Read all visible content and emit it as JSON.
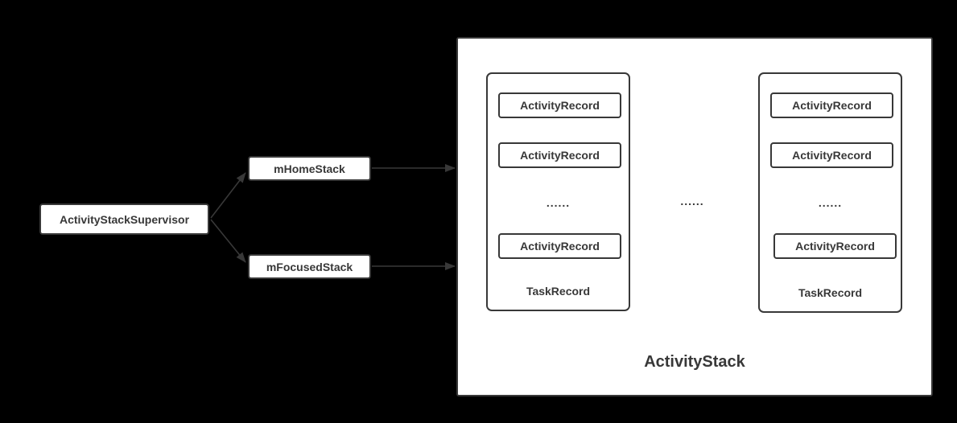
{
  "colors": {
    "background": "#000000",
    "stroke": "#383838",
    "node_fill": "#ffffff",
    "text": "#383838"
  },
  "diagram": {
    "supervisor": {
      "label": "ActivityStackSupervisor"
    },
    "home_stack": {
      "label": "mHomeStack"
    },
    "focused_stack": {
      "label": "mFocusedStack"
    },
    "activity_stack": {
      "label": "ActivityStack",
      "separator": "......",
      "task_records": [
        {
          "label": "TaskRecord",
          "ellipsis": "......",
          "activity_records": [
            "ActivityRecord",
            "ActivityRecord",
            "ActivityRecord"
          ]
        },
        {
          "label": "TaskRecord",
          "ellipsis": "......",
          "activity_records": [
            "ActivityRecord",
            "ActivityRecord",
            "ActivityRecord"
          ]
        }
      ]
    }
  }
}
